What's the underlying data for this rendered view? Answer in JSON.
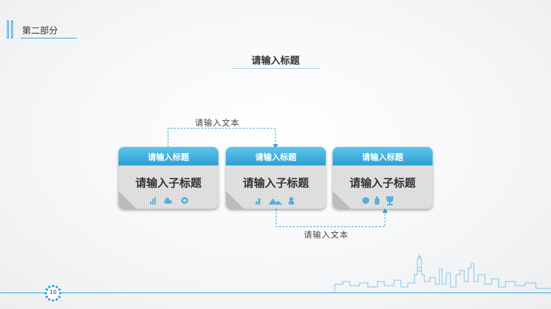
{
  "section": {
    "title": "第二部分"
  },
  "main_title": "请输入标题",
  "cards": [
    {
      "header": "请输入标题",
      "label": "请输入子标题"
    },
    {
      "header": "请输入标题",
      "label": "请输入子标题"
    },
    {
      "header": "请输入标题",
      "label": "请输入子标题"
    }
  ],
  "connectors": [
    {
      "text": "请输入文本"
    },
    {
      "text": "请输入文本"
    }
  ],
  "page_number": "10",
  "colors": {
    "accent": "#33a3d6",
    "header_top": "#5cc6ec",
    "header_bottom": "#2f9fd0"
  }
}
